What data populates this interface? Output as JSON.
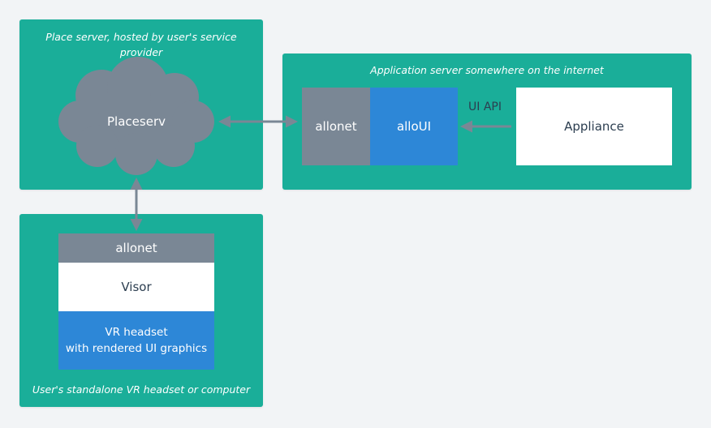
{
  "place_server": {
    "caption": "Place server, hosted by user's service provider",
    "cloud_label": "Placeserv"
  },
  "app_server": {
    "caption": "Application server somewhere on the internet",
    "allonet": "allonet",
    "alloui": "alloUI",
    "ui_api": "UI API",
    "appliance": "Appliance"
  },
  "client": {
    "caption": "User's standalone VR headset or computer",
    "allonet": "allonet",
    "visor": "Visor",
    "vr_line1": "VR headset",
    "vr_line2": "with rendered UI graphics"
  },
  "colors": {
    "panel": "#1aae99",
    "gray_box": "#7a8795",
    "blue_box": "#2d87d7",
    "cloud": "#7a8795",
    "arrow": "#7a8795"
  }
}
